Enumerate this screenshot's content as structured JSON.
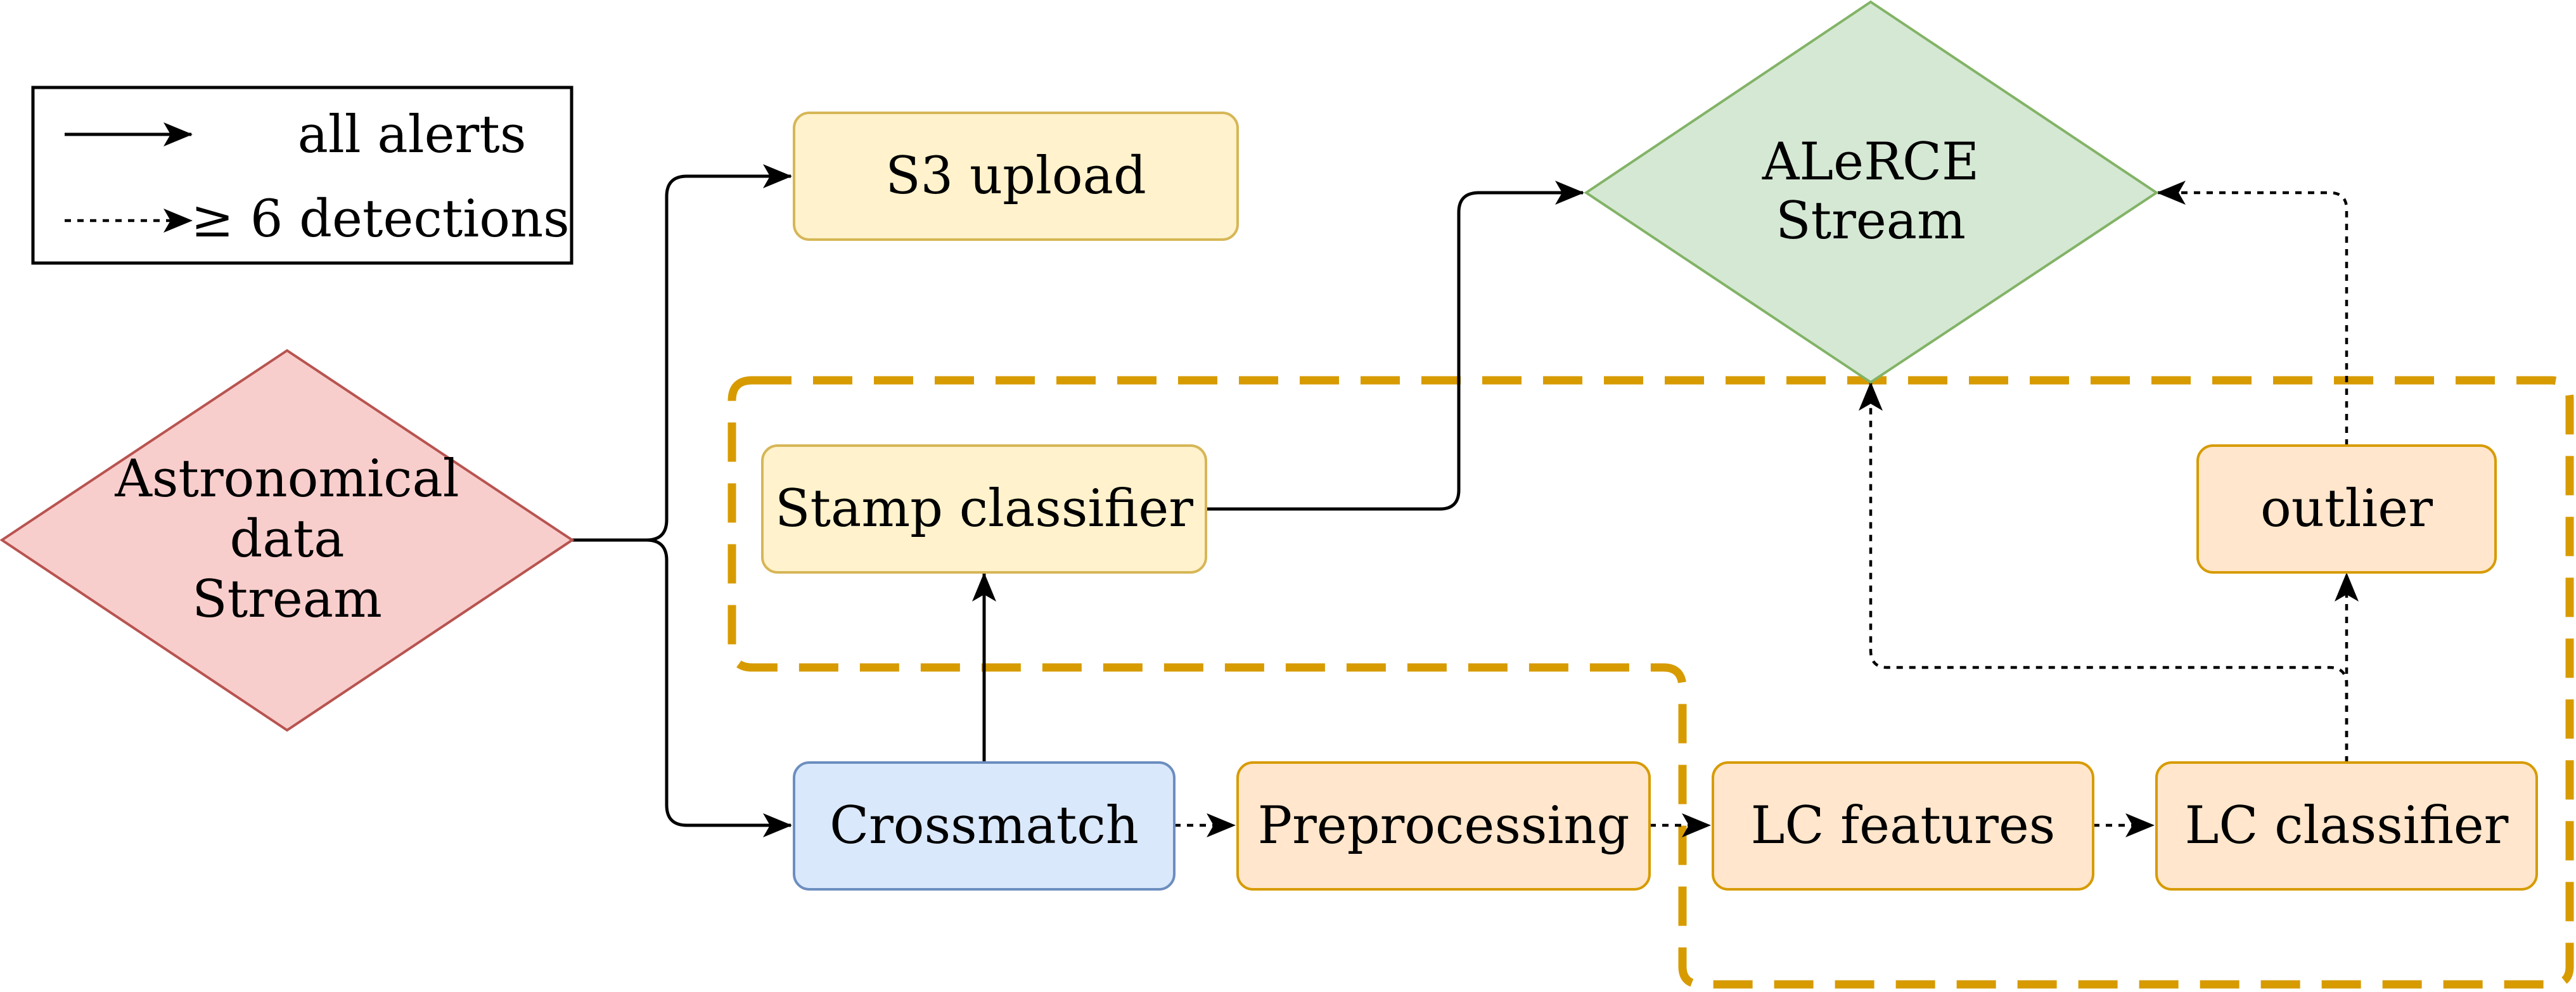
{
  "legend": {
    "all_alerts": "all alerts",
    "min_detections": "≥ 6 detections"
  },
  "nodes": {
    "input_stream": [
      "Astronomical",
      "data",
      "Stream"
    ],
    "s3_upload": "S3 upload",
    "alerce_stream": [
      "ALeRCE",
      "Stream"
    ],
    "stamp_classifier": "Stamp classifier",
    "outlier": "outlier",
    "crossmatch": "Crossmatch",
    "preprocessing": "Preprocessing",
    "lc_features": "LC features",
    "lc_classifier": "LC classifier"
  },
  "colors": {
    "yellow_fill": "#fff2cc",
    "yellow_stroke": "#d6b656",
    "orange_fill": "#ffe6cc",
    "orange_stroke": "#d79b00",
    "blue_fill": "#dae8fc",
    "blue_stroke": "#6c8ebf",
    "green_fill": "#d5e8d4",
    "green_stroke": "#82b366",
    "red_fill": "#f8cecc",
    "red_stroke": "#b85450",
    "group_border": "#d79b00"
  }
}
